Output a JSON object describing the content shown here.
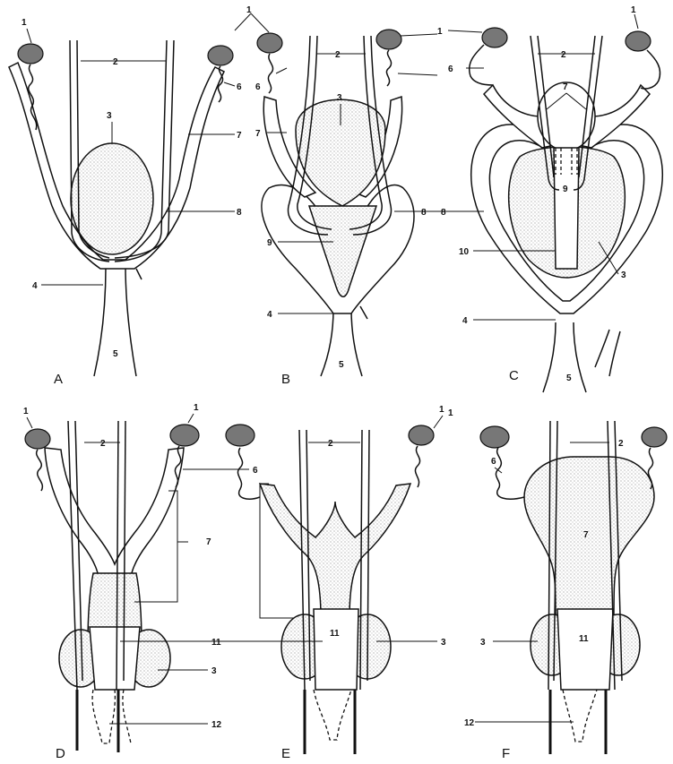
{
  "panels": [
    {
      "letter": "A",
      "labels": [
        "1",
        "2",
        "3",
        "6",
        "7",
        "8",
        "4",
        "5"
      ]
    },
    {
      "letter": "B",
      "labels": [
        "1",
        "2",
        "3",
        "6",
        "7",
        "8",
        "9",
        "4",
        "5"
      ]
    },
    {
      "letter": "C",
      "labels": [
        "1",
        "2",
        "6",
        "7",
        "9",
        "8",
        "10",
        "3",
        "4",
        "5"
      ]
    },
    {
      "letter": "D",
      "labels": [
        "1",
        "2",
        "6",
        "7",
        "11",
        "3",
        "12"
      ]
    },
    {
      "letter": "E",
      "labels": [
        "1",
        "2",
        "3",
        "11"
      ]
    },
    {
      "letter": "F",
      "labels": [
        "1",
        "2",
        "6",
        "7",
        "11",
        "3",
        "12"
      ]
    }
  ]
}
